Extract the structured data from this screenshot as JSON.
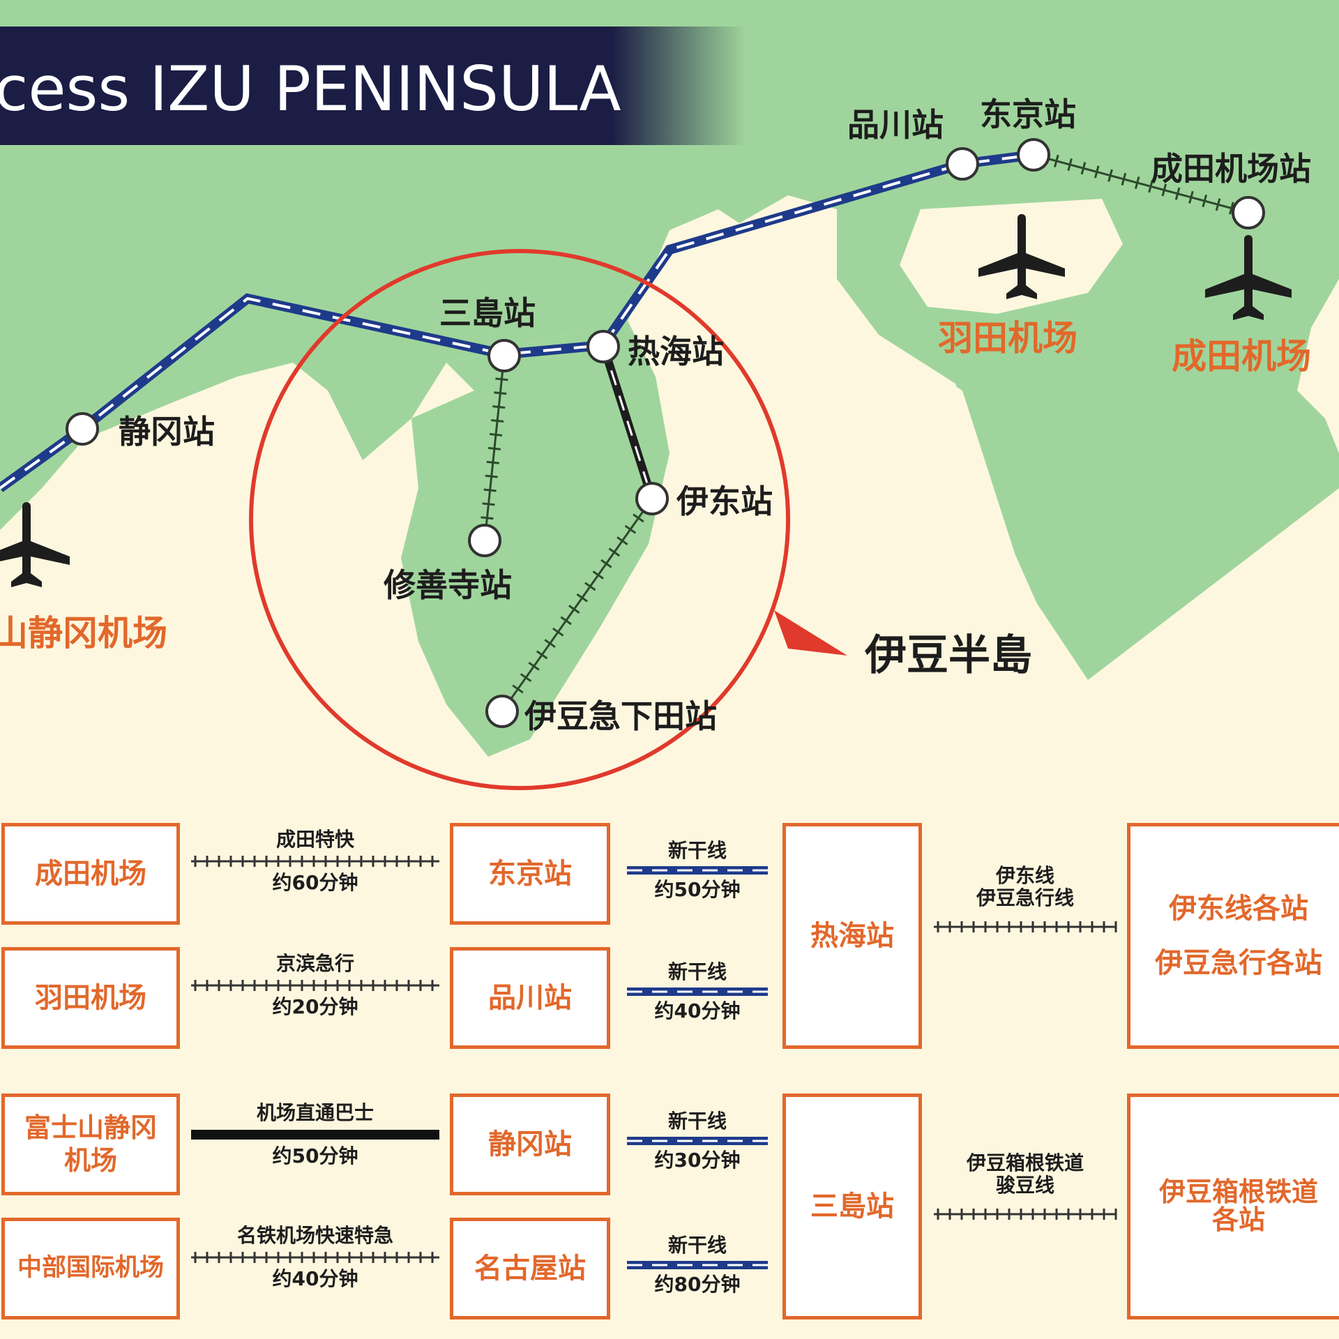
{
  "title": "cess IZU PENINSULA",
  "colors": {
    "land": "#9fd59c",
    "sea": "#fdf7df",
    "banner": "#1b1d45",
    "accent": "#e2682b",
    "circle": "#e03a2c",
    "shinkansen": "#1e3a8a"
  },
  "map": {
    "stations": {
      "shinagawa": "品川站",
      "tokyo": "东京站",
      "narita_station": "成田机场站",
      "mishima": "三島站",
      "atami": "热海站",
      "shizuoka": "静冈站",
      "ito": "伊东站",
      "shuzenji": "修善寺站",
      "izukyu_shimoda": "伊豆急下田站"
    },
    "airports": {
      "haneda": "羽田机场",
      "narita": "成田机场",
      "shizuoka": "山静冈机场"
    },
    "peninsula_label": "伊豆半島",
    "icons": [
      "airplane-icon"
    ]
  },
  "routes": {
    "narita": {
      "origin": "成田机场",
      "line": "成田特快",
      "time": "约60分钟",
      "station": "东京站",
      "shinkansen": "新干线",
      "shinkansen_time": "约50分钟"
    },
    "haneda": {
      "origin": "羽田机场",
      "line": "京滨急行",
      "time": "约20分钟",
      "station": "品川站",
      "shinkansen": "新干线",
      "shinkansen_time": "约40分钟"
    },
    "fuji": {
      "origin": "富士山静冈\n机场",
      "line": "机场直通巴士",
      "time": "约50分钟",
      "station": "静冈站",
      "shinkansen": "新干线",
      "shinkansen_time": "约30分钟"
    },
    "chubu": {
      "origin": "中部国际机场",
      "line": "名铁机场快速特急",
      "time": "约40分钟",
      "station": "名古屋站",
      "shinkansen": "新干线",
      "shinkansen_time": "约80分钟"
    },
    "atami_hub": "热海站",
    "atami_line": "伊东线\n伊豆急行线",
    "atami_dest_1": "伊东线各站",
    "atami_dest_2": "伊豆急行各站",
    "mishima_hub": "三島站",
    "mishima_line": "伊豆箱根铁道\n骏豆线",
    "mishima_dest": "伊豆箱根铁道\n各站"
  }
}
